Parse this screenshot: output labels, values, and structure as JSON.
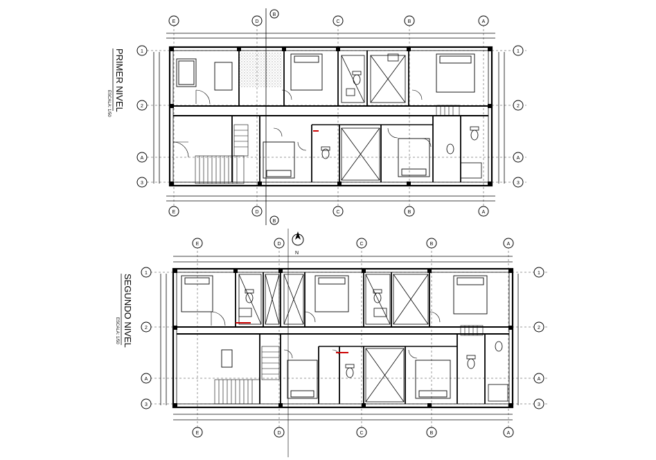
{
  "plans": [
    {
      "title": "PRIMER NIVEL",
      "scale": "ESCALA: 1/50",
      "top_axes": [
        "E",
        "D",
        "C",
        "B",
        "A"
      ],
      "bottom_axes": [
        "E",
        "D",
        "C",
        "B",
        "A"
      ],
      "side_axes": [
        "1",
        "2",
        "A",
        "3"
      ]
    },
    {
      "title": "SEGUNDO NIVEL",
      "scale": "ESCALA: 1/50",
      "top_axes": [
        "E",
        "D",
        "C",
        "B",
        "A"
      ],
      "bottom_axes": [
        "E",
        "D",
        "C",
        "B",
        "A"
      ],
      "side_axes": [
        "1",
        "2",
        "A",
        "3"
      ]
    }
  ],
  "section_markers": [
    "B",
    "B"
  ],
  "north_label": "N"
}
